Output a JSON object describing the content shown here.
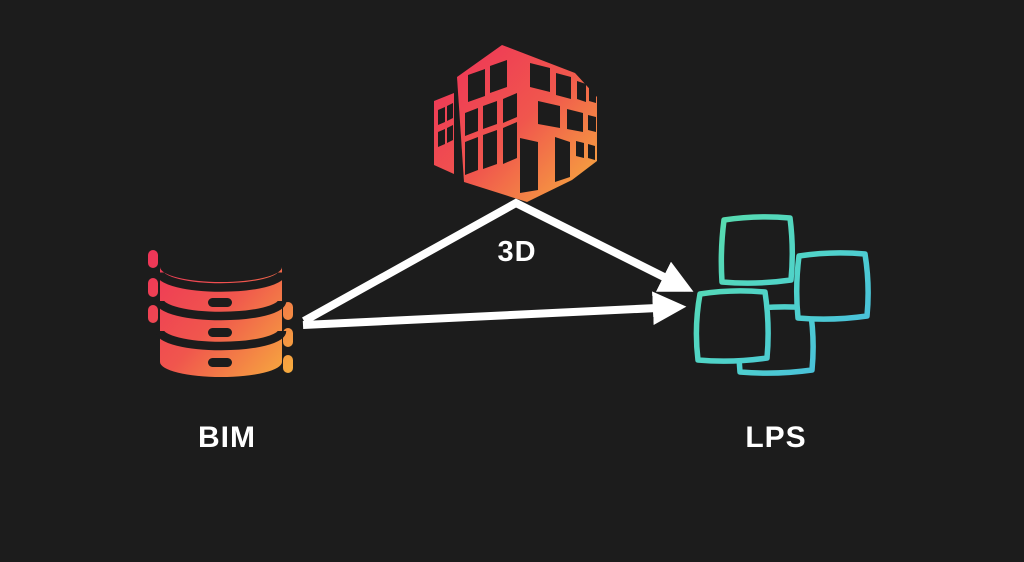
{
  "background": "#1c1c1c",
  "labels": {
    "three_d": "3D",
    "bim": "BIM",
    "lps": "LPS"
  },
  "colors": {
    "warm_gradient_start": "#ee3558",
    "warm_gradient_mid": "#f0564d",
    "warm_gradient_end": "#f6ab3e",
    "teal_gradient_start": "#58dcae",
    "teal_gradient_mid": "#4fd2cb",
    "teal_gradient_end": "#47b9e2",
    "arrow": "#ffffff",
    "label_text": "#ffffff"
  },
  "nodes": [
    {
      "name": "building-3d-icon",
      "label": "3D"
    },
    {
      "name": "bim-database-icon",
      "label": "BIM"
    },
    {
      "name": "lps-sticky-notes-icon",
      "label": "LPS"
    }
  ],
  "arrows": [
    {
      "name": "arrow-bim-via-3d-to-lps",
      "from": "BIM",
      "via": "3D",
      "to": "LPS"
    },
    {
      "name": "arrow-bim-to-lps",
      "from": "BIM",
      "to": "LPS"
    }
  ]
}
